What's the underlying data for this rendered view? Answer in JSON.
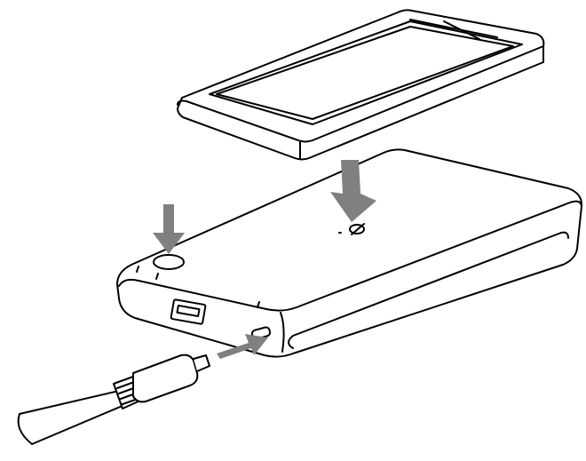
{
  "colors": {
    "line": "#000000",
    "arrow": "#808080",
    "fill": "#ffffff"
  },
  "icons": [
    "phone-illustration",
    "battery-pack-illustration",
    "qi-wireless-charging-icon",
    "usb-port-icon",
    "micro-usb-port-icon",
    "power-button",
    "usb-cable-illustration",
    "arrow-down-icon",
    "arrow-insert-icon"
  ]
}
